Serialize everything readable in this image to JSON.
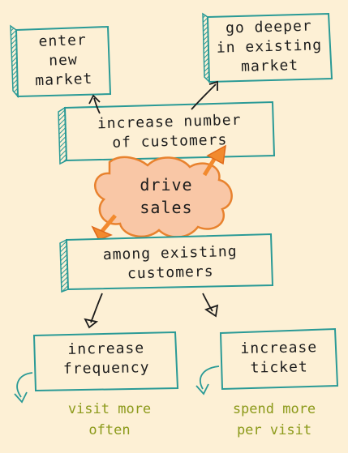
{
  "colors": {
    "background": "#fdf0d5",
    "box_border": "#2a9a96",
    "box_fill": "#fdf0d5",
    "cloud_fill": "#f9c7a6",
    "cloud_border": "#e8822e",
    "arrow_orange": "#f28a2e",
    "ink": "#1c1c1c",
    "note_text": "#8c9a1a"
  },
  "nodes": {
    "enter_new_market": [
      "enter",
      "new",
      "market"
    ],
    "go_deeper": [
      "go deeper",
      "in existing",
      "market"
    ],
    "increase_customers": [
      "increase number",
      "of customers"
    ],
    "drive_sales": [
      "drive",
      "sales"
    ],
    "among_existing": [
      "among existing",
      "customers"
    ],
    "increase_frequency": [
      "increase",
      "frequency"
    ],
    "increase_ticket": [
      "increase",
      "ticket"
    ]
  },
  "notes": {
    "visit_more_often": [
      "visit more",
      "often"
    ],
    "spend_more_per_visit": [
      "spend more",
      "per visit"
    ]
  }
}
